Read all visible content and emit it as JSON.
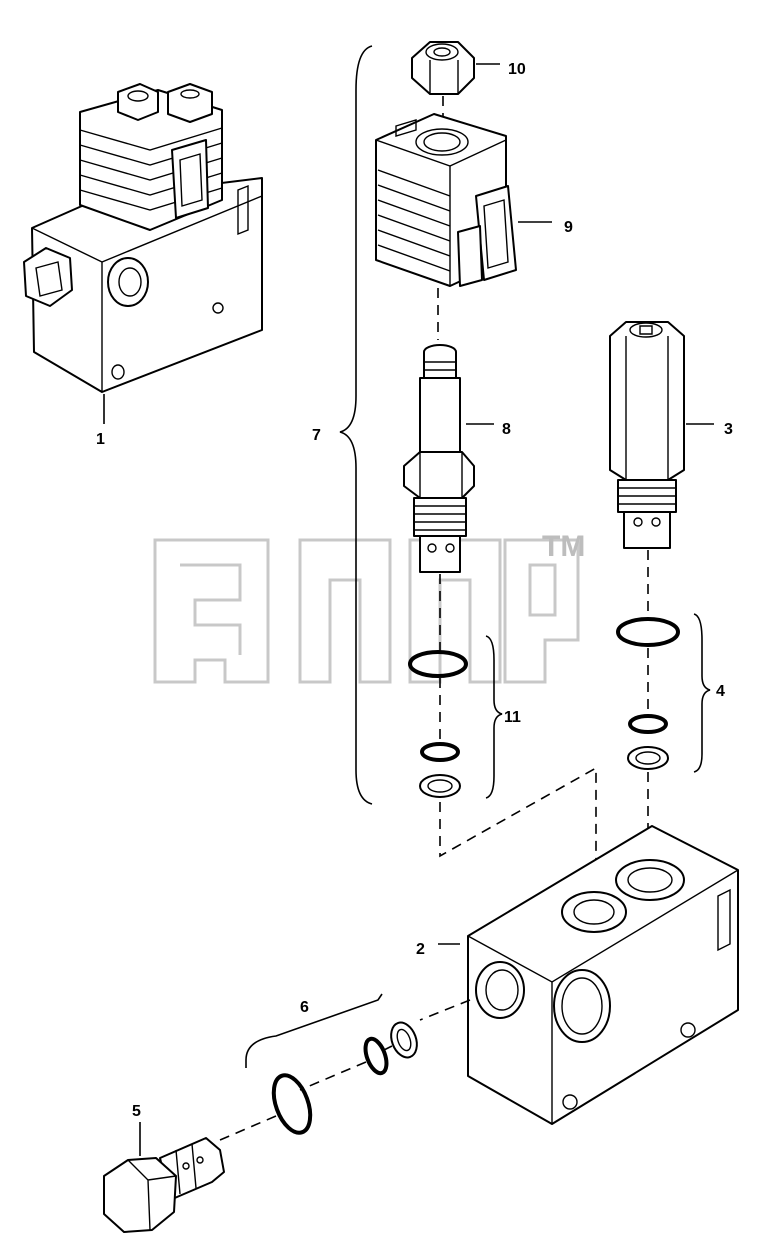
{
  "callouts": {
    "c1": "1",
    "c2": "2",
    "c3": "3",
    "c4": "4",
    "c5": "5",
    "c6": "6",
    "c7": "7",
    "c8": "8",
    "c9": "9",
    "c10": "10",
    "c11": "11"
  },
  "watermark": {
    "tm": "TM"
  },
  "colors": {
    "line": "#000000",
    "background": "#ffffff",
    "watermark": "#c8c8c8"
  }
}
